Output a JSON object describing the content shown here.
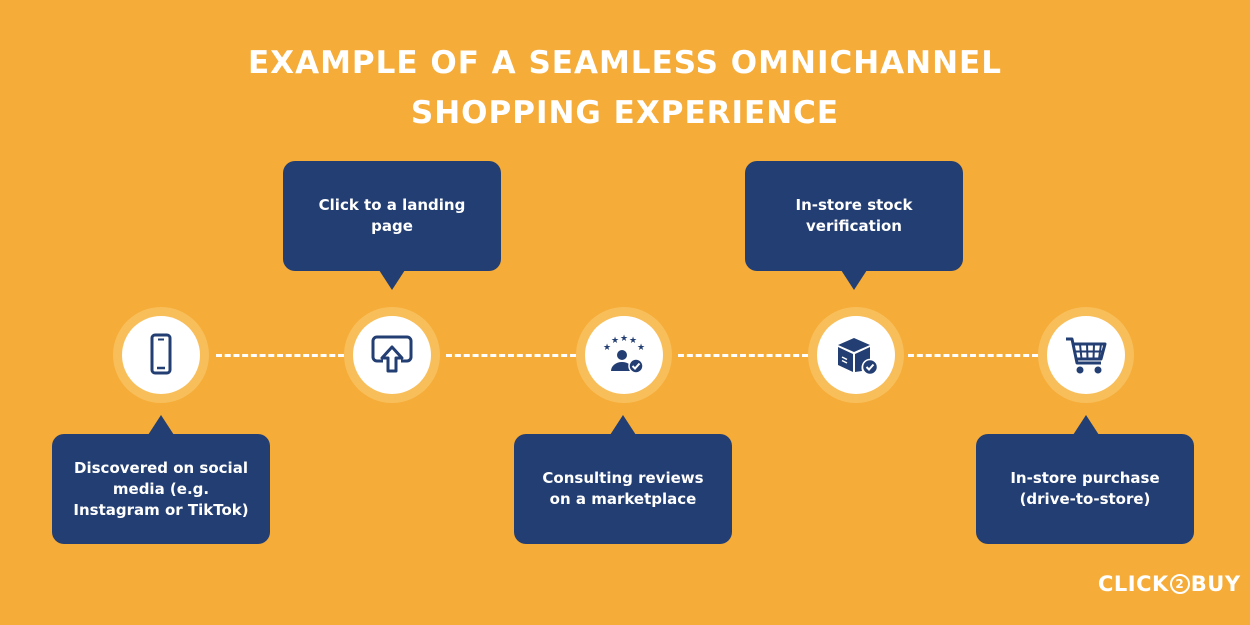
{
  "title": {
    "line1": "EXAMPLE OF A SEAMLESS OMNICHANNEL",
    "line2": "SHOPPING EXPERIENCE"
  },
  "steps": [
    {
      "icon": "smartphone-icon",
      "label_line1": "Discovered on social",
      "label_line2": "media (e.g.",
      "label_line3": "Instagram or TikTok)"
    },
    {
      "icon": "click-arrow-icon",
      "label_line1": "Click to a landing",
      "label_line2": "page"
    },
    {
      "icon": "reviews-icon",
      "label_line1": "Consulting reviews",
      "label_line2": "on a marketplace"
    },
    {
      "icon": "package-check-icon",
      "label_line1": "In-store stock",
      "label_line2": "verification"
    },
    {
      "icon": "shopping-cart-icon",
      "label_line1": "In-store purchase",
      "label_line2": "(drive-to-store)"
    }
  ],
  "logo": {
    "left": "CLICK",
    "mid": "2",
    "right": "BUY"
  },
  "colors": {
    "background": "#F5AC38",
    "accent": "#233E72",
    "ring": "#F8BE5A",
    "text": "#FFFFFF"
  }
}
